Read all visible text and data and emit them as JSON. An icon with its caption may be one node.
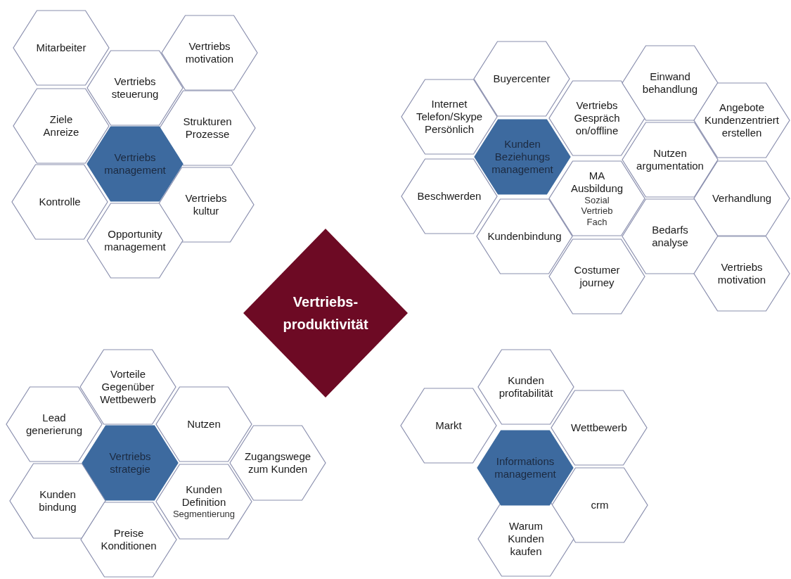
{
  "diagram": {
    "nodes": [
      {
        "text": [
          "Mitarbeiter"
        ]
      },
      {
        "text": [
          "Vertriebs steuerung"
        ]
      },
      {
        "text": [
          "Vertriebs motivation"
        ]
      },
      {
        "text": [
          "Ziele Anreize"
        ]
      },
      {
        "text": [
          "Vertriebs management"
        ]
      },
      {
        "text": [
          "Strukturen Prozesse"
        ]
      },
      {
        "text": [
          "Kontrolle"
        ]
      },
      {
        "text": [
          "Vertriebs kultur"
        ]
      },
      {
        "text": [
          "Opportunity management"
        ]
      },
      {
        "text": [
          "Buyercenter"
        ]
      },
      {
        "text": [
          "Internet Telefon/Skype Persönlich"
        ]
      },
      {
        "text": [
          "Vertriebs Gespräch on/offline"
        ]
      },
      {
        "text": [
          "Einwand behandlung"
        ]
      },
      {
        "text": [
          "Angebote Kundenzentriert erstellen"
        ]
      },
      {
        "text": [
          "Kunden Beziehungs management"
        ]
      },
      {
        "text": [
          "Beschwerden"
        ]
      },
      {
        "text": [
          "MA Ausbildung",
          "Sozial Vertrieb Fach"
        ]
      },
      {
        "text": [
          "Nutzen argumentation"
        ]
      },
      {
        "text": [
          "Verhandlung"
        ]
      },
      {
        "text": [
          "Kundenbindung"
        ]
      },
      {
        "text": [
          "Bedarfs analyse"
        ]
      },
      {
        "text": [
          "Costumer journey"
        ]
      },
      {
        "text": [
          "Vertriebs motivation"
        ]
      },
      {
        "text": [
          "Vertriebs- produktivität"
        ]
      },
      {
        "text": [
          "Vorteile Gegenüber Wettbewerb"
        ]
      },
      {
        "text": [
          "Lead generierung"
        ]
      },
      {
        "text": [
          "Nutzen"
        ]
      },
      {
        "text": [
          "Vertriebs strategie"
        ]
      },
      {
        "text": [
          "Zugangswege zum Kunden"
        ]
      },
      {
        "text": [
          "Kunden bindung"
        ]
      },
      {
        "text": [
          "Kunden Definition",
          "Segmentierung"
        ]
      },
      {
        "text": [
          "Preise Konditionen"
        ]
      },
      {
        "text": [
          "Kunden profitabilität"
        ]
      },
      {
        "text": [
          "Markt"
        ]
      },
      {
        "text": [
          "Wettbewerb"
        ]
      },
      {
        "text": [
          "Informations management"
        ]
      },
      {
        "text": [
          "crm"
        ]
      },
      {
        "text": [
          "Warum Kunden kaufen"
        ]
      }
    ]
  }
}
